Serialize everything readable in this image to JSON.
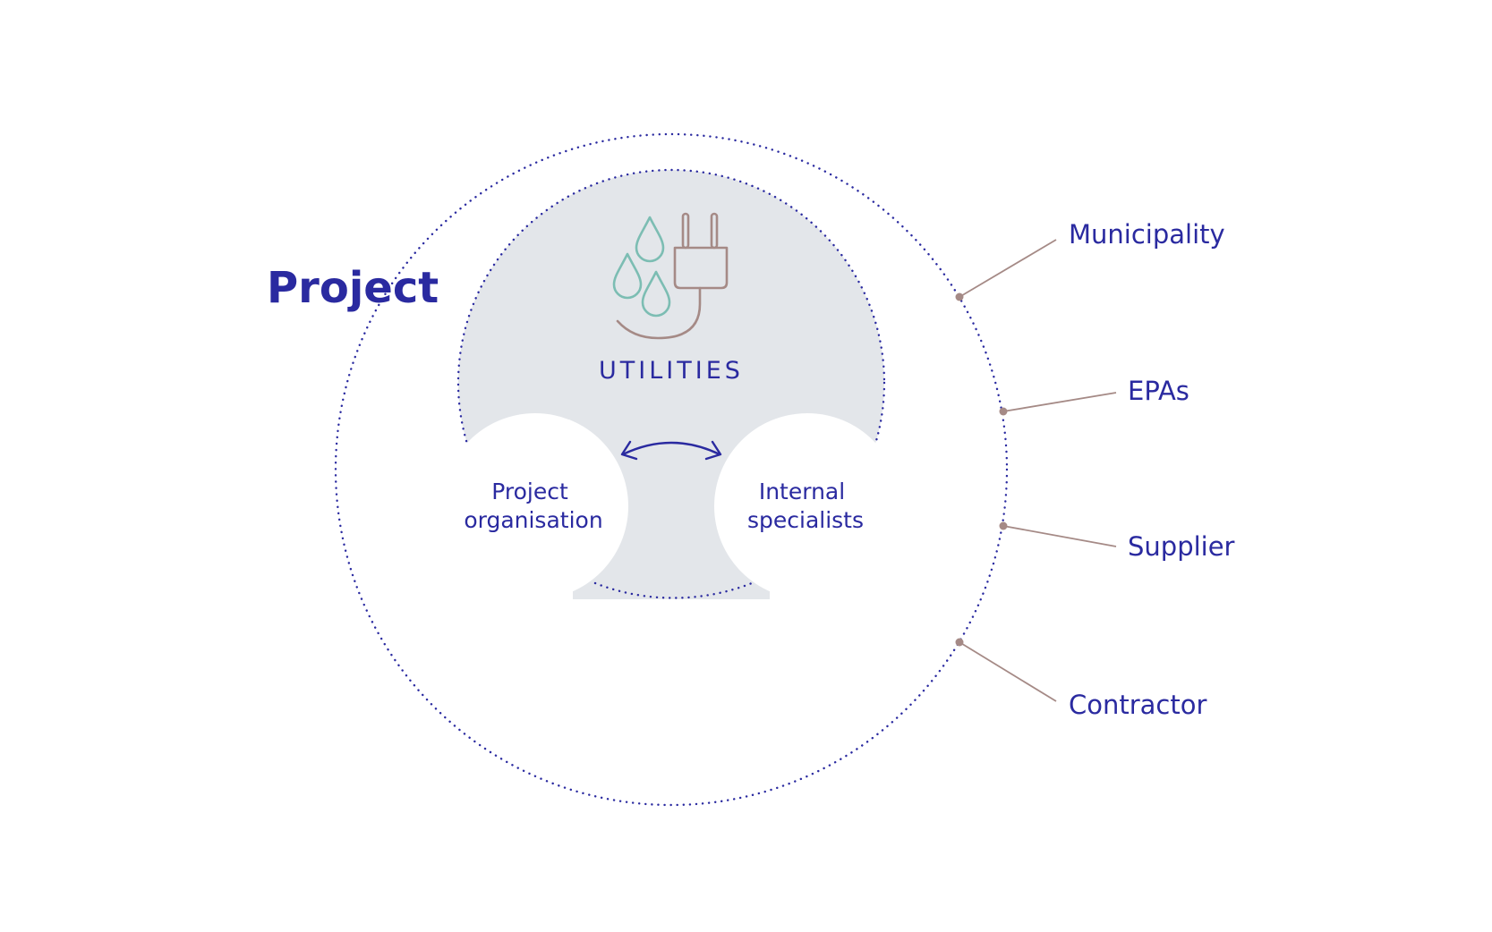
{
  "title": "Project",
  "center": {
    "label": "UTILITIES",
    "icon": "water-drops-and-plug-icon"
  },
  "internal_nodes": [
    {
      "id": "project-organisation",
      "lines": [
        "Project",
        "organisation"
      ]
    },
    {
      "id": "internal-specialists",
      "lines": [
        "Internal",
        "specialists"
      ]
    }
  ],
  "internal_link_icon": "double-arrow-icon",
  "stakeholders": [
    {
      "id": "municipality",
      "label": "Municipality"
    },
    {
      "id": "epas",
      "label": "EPAs"
    },
    {
      "id": "supplier",
      "label": "Supplier"
    },
    {
      "id": "contractor",
      "label": "Contractor"
    }
  ],
  "colors": {
    "primary": "#2a2aa0",
    "connector": "#a58a86",
    "fill": "#e3e6ea",
    "drops": "#7cbdb3",
    "plug": "#a58a86",
    "background": "#ffffff"
  }
}
